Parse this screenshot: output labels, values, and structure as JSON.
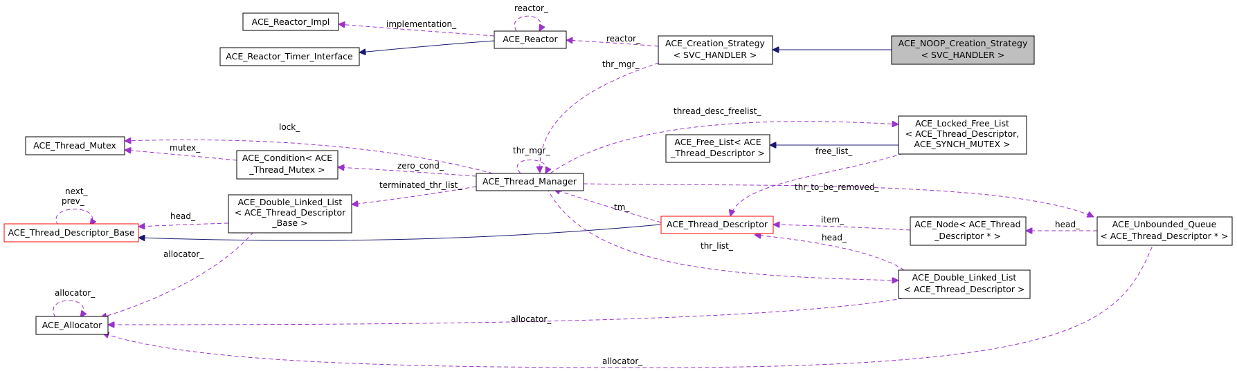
{
  "colors": {
    "uses_edge": "#9a32cd",
    "inherits_edge": "#191970",
    "focus_fill": "#bfbfbf",
    "undocumented_border": "#ff0000"
  },
  "nodes": {
    "reactor_impl": [
      "ACE_Reactor_Impl"
    ],
    "reactor": [
      "ACE_Reactor"
    ],
    "reactor_timer_interface": [
      "ACE_Reactor_Timer_Interface"
    ],
    "creation_strategy": [
      "ACE_Creation_Strategy",
      "< SVC_HANDLER >"
    ],
    "noop_creation_strategy": [
      "ACE_NOOP_Creation_Strategy",
      "< SVC_HANDLER >"
    ],
    "thread_mutex": [
      "ACE_Thread_Mutex"
    ],
    "condition": [
      "ACE_Condition< ACE",
      "_Thread_Mutex >"
    ],
    "thread_manager": [
      "ACE_Thread_Manager"
    ],
    "locked_free_list": [
      "ACE_Locked_Free_List",
      "< ACE_Thread_Descriptor,",
      "ACE_SYNCH_MUTEX >"
    ],
    "free_list": [
      "ACE_Free_List< ACE",
      "_Thread_Descriptor >"
    ],
    "thread_descriptor_base": [
      "ACE_Thread_Descriptor_Base"
    ],
    "dll_descriptor_base": [
      "ACE_Double_Linked_List",
      "< ACE_Thread_Descriptor",
      "_Base >"
    ],
    "thread_descriptor": [
      "ACE_Thread_Descriptor"
    ],
    "node": [
      "ACE_Node< ACE_Thread",
      "_Descriptor * >"
    ],
    "unbounded_queue": [
      "ACE_Unbounded_Queue",
      "< ACE_Thread_Descriptor * >"
    ],
    "allocator": [
      "ACE_Allocator"
    ],
    "dll_descriptor": [
      "ACE_Double_Linked_List",
      "< ACE_Thread_Descriptor >"
    ]
  },
  "edge_labels": {
    "reactor_self": "reactor_",
    "implementation": "implementation_",
    "reactor": "reactor_",
    "thr_mgr_strategy": "thr_mgr_",
    "thread_desc_freelist": "thread_desc_freelist_",
    "lock": "lock_",
    "mutex": "mutex_",
    "thr_mgr_self": "thr_mgr_",
    "zero_cond": "zero_cond_",
    "free_list": "free_list_",
    "next_prev_1": "next_",
    "next_prev_2": "prev_",
    "head_base": "head_",
    "terminated_thr_list": "terminated_thr_list_",
    "thr_to_be_removed": "thr_to_be_removed_",
    "tm": "tm_",
    "item": "item_",
    "head_queue": "head_",
    "head_dll": "head_",
    "allocator_base": "allocator_",
    "thr_list": "thr_list_",
    "allocator_self": "allocator_",
    "allocator_dll": "allocator_",
    "allocator_queue": "allocator_"
  }
}
